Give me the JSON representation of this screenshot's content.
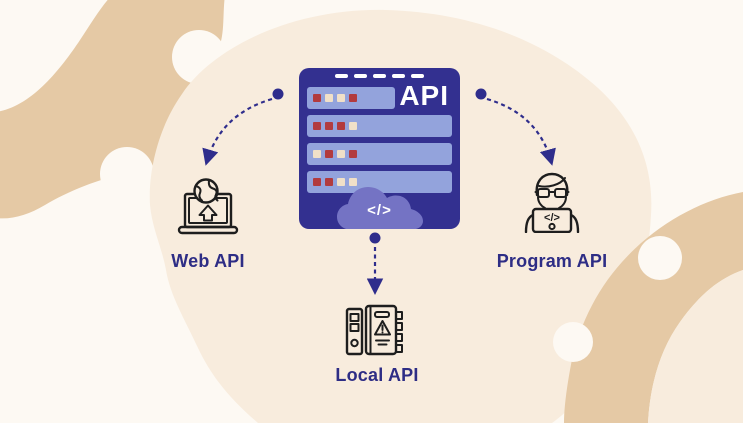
{
  "diagram": {
    "center": {
      "label": "API",
      "cloud_icon": "</>",
      "dash_count": 5,
      "bars": [
        {
          "width": "short",
          "squares": [
            "red",
            "cream",
            "cream",
            "red"
          ]
        },
        {
          "width": "long",
          "squares": [
            "red",
            "red",
            "red",
            "cream"
          ]
        },
        {
          "width": "long",
          "squares": [
            "cream",
            "red",
            "cream",
            "red"
          ]
        },
        {
          "width": "long",
          "squares": [
            "red",
            "red",
            "cream",
            "cream"
          ]
        }
      ]
    },
    "nodes": [
      {
        "id": "web-api",
        "label": "Web API",
        "icon": "laptop-globe-upload-icon"
      },
      {
        "id": "program-api",
        "label": "Program API",
        "icon": "developer-at-laptop-icon",
        "code_glyph": "</>"
      },
      {
        "id": "local-api",
        "label": "Local API",
        "icon": "manual-books-icon"
      }
    ],
    "colors": {
      "background": "#fdf9f3",
      "blob_cream": "#f8ecdd",
      "blob_tan": "#e5c9a5",
      "server_indigo": "#333090",
      "bar_periwinkle": "#93a3dc",
      "square_red": "#b23b3e",
      "square_cream": "#f0e0c8",
      "cloud_purple": "#7473c4",
      "arrow_indigo": "#2f2d8c",
      "label_indigo": "#2e2d85",
      "icon_outline": "#1e1e1e"
    }
  }
}
